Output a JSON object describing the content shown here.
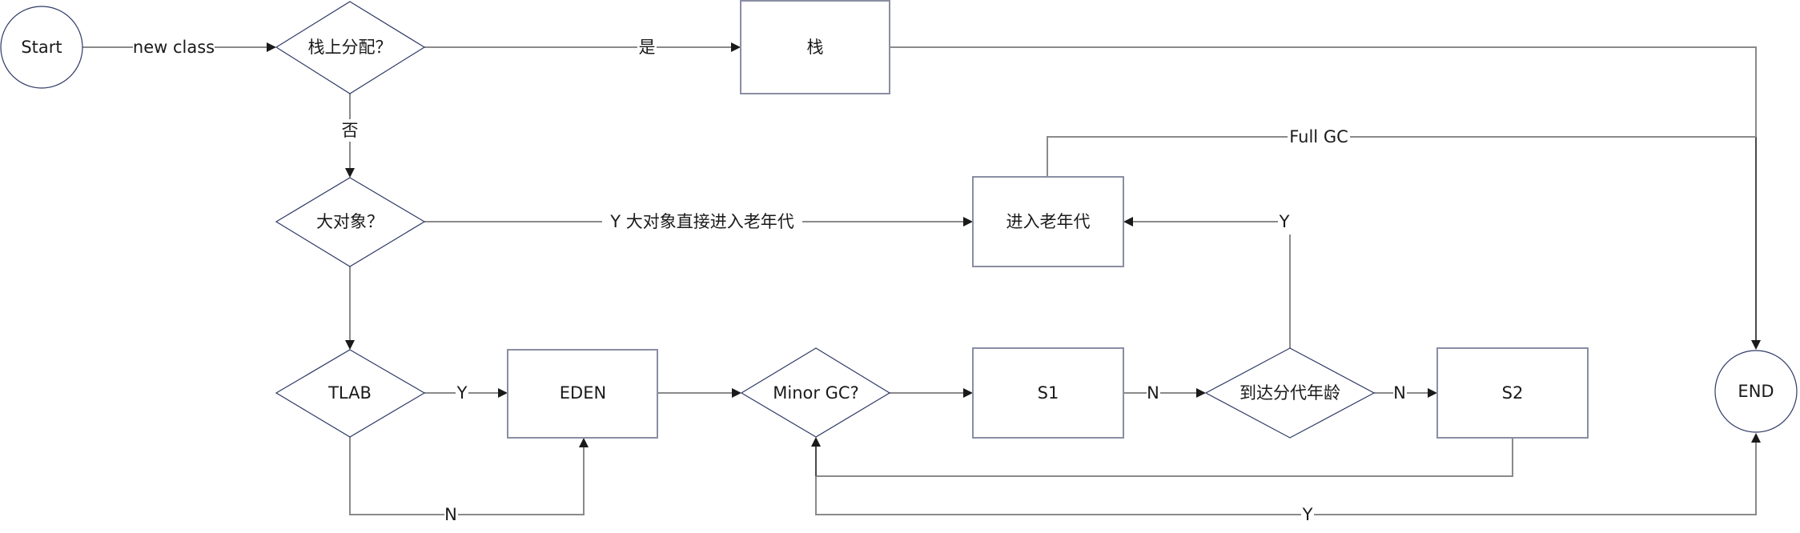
{
  "diagram": {
    "title": "JVM object allocation flow",
    "nodes": {
      "start": {
        "label": "Start",
        "shape": "circle"
      },
      "stack_alloc": {
        "label": "栈上分配？",
        "shape": "diamond"
      },
      "stack": {
        "label": "栈",
        "shape": "box"
      },
      "big_object": {
        "label": "大对象？",
        "shape": "diamond"
      },
      "old_gen": {
        "label": "进入老年代",
        "shape": "box"
      },
      "tlab": {
        "label": "TLAB",
        "shape": "diamond"
      },
      "eden": {
        "label": "EDEN",
        "shape": "box"
      },
      "minor_gc": {
        "label": "Minor GC?",
        "shape": "diamond"
      },
      "s1": {
        "label": "S1",
        "shape": "box"
      },
      "age_reached": {
        "label": "到达分代年龄",
        "shape": "diamond"
      },
      "s2": {
        "label": "S2",
        "shape": "box"
      },
      "end": {
        "label": "END",
        "shape": "circle"
      }
    },
    "edges": {
      "start_to_stack_alloc": {
        "label": "new class"
      },
      "stack_alloc_yes": {
        "label": "是"
      },
      "stack_alloc_no": {
        "label": "否"
      },
      "big_object_yes": {
        "label": "Y 大对象直接进入老年代"
      },
      "old_gen_full_gc": {
        "label": "Full GC"
      },
      "age_reached_yes": {
        "label": "Y"
      },
      "tlab_yes": {
        "label": "Y"
      },
      "tlab_no": {
        "label": "N"
      },
      "s1_no": {
        "label": "N"
      },
      "age_reached_no": {
        "label": "N"
      },
      "minor_gc_yes": {
        "label": "Y"
      }
    }
  }
}
